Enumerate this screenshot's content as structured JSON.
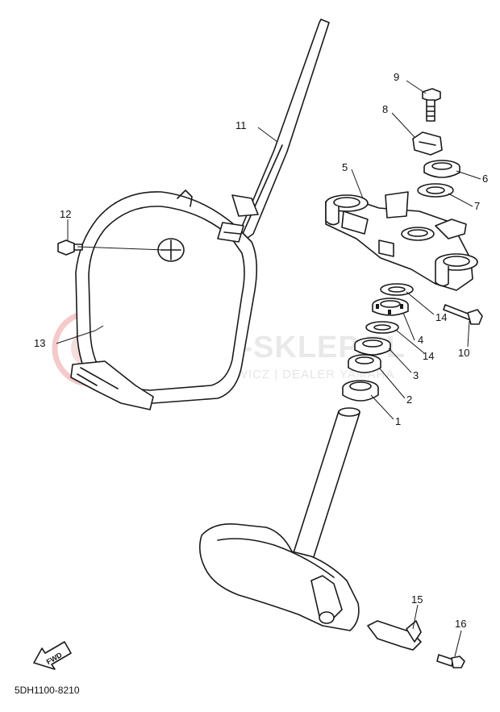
{
  "watermark": {
    "brand": "YAMA-SKLEP.PL",
    "subtitle": "WOJCIECHOWICZ | DEALER YAMAHA"
  },
  "fwd_label": "FWD",
  "diagram_code": "5DH1100-8210",
  "callouts": [
    "1",
    "2",
    "3",
    "4",
    "5",
    "6",
    "7",
    "8",
    "9",
    "10",
    "11",
    "12",
    "13",
    "14",
    "14",
    "15",
    "16"
  ]
}
